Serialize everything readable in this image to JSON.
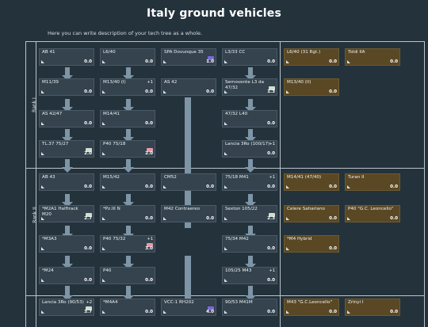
{
  "page": {
    "title": "Italy ground vehicles",
    "description": "Here you can write description of your tech tree as a whole."
  },
  "ranks": [
    {
      "label": "Rank I"
    },
    {
      "label": "Rank II"
    }
  ],
  "vehicles": [
    {
      "name": "AB 41",
      "br": "0.0"
    },
    {
      "name": "L6/40",
      "br": "0.0"
    },
    {
      "name": "SPA Dovunque 35",
      "br": "1.0"
    },
    {
      "name": "L3/33 CC",
      "br": "0.0"
    },
    {
      "name": "L6/40 (31 Rgt.)",
      "br": "0.0"
    },
    {
      "name": "Toldi IIA",
      "br": "0.0"
    },
    {
      "name": "M11/39",
      "br": "0.0"
    },
    {
      "name": "M13/40 (I)",
      "br": "0.0",
      "group": "+1"
    },
    {
      "name": "AS 42",
      "br": "0.0"
    },
    {
      "name": "Semovente L3 da 47/32",
      "br": "1.3"
    },
    {
      "name": "M13/40 (II)",
      "br": "0.0"
    },
    {
      "name": "AS 42/47",
      "br": "0.0"
    },
    {
      "name": "M14/41",
      "br": "0.0"
    },
    {
      "name": "47/32 L40",
      "br": "0.0"
    },
    {
      "name": "TL.37 75/27",
      "br": "2.0"
    },
    {
      "name": "P40 75/18",
      "br": "2.0"
    },
    {
      "name": "Lancia 3Ro (100/17)",
      "br": "0.0",
      "group": "+1"
    },
    {
      "name": "AB 43",
      "br": "0.0"
    },
    {
      "name": "M15/42",
      "br": "0.0"
    },
    {
      "name": "CM52",
      "br": "0.0"
    },
    {
      "name": "75/18 M41",
      "br": "0.0",
      "group": "+1"
    },
    {
      "name": "M14/41 (47/40)",
      "br": "0.0"
    },
    {
      "name": "Turan II",
      "br": "0.0"
    },
    {
      "name": "*M2A1 Halftrack M20",
      "br": "2.7"
    },
    {
      "name": "*Pz.III N",
      "br": "0.0"
    },
    {
      "name": "M42 Contraereo",
      "br": "0.0"
    },
    {
      "name": "Sexton 105/22",
      "br": "2.3"
    },
    {
      "name": "Celere Sahariano",
      "br": "0.0"
    },
    {
      "name": "P40 \"G.C. Leoncello\"",
      "br": "0.0"
    },
    {
      "name": "*M3A3",
      "br": "0.0"
    },
    {
      "name": "P40 75/32",
      "br": "3.0",
      "group": "+1"
    },
    {
      "name": "75/34 M42",
      "br": "0.0"
    },
    {
      "name": "*M4 Hybrid",
      "br": "0.0"
    },
    {
      "name": "*M24",
      "br": "0.0"
    },
    {
      "name": "P40",
      "br": "0.0"
    },
    {
      "name": "105/25 M43",
      "br": "0.0",
      "group": "+1"
    },
    {
      "name": "Lancia 3Ro (90/53)",
      "br": "3.7",
      "group": "+2"
    },
    {
      "name": "*M4A4",
      "br": "0.0"
    },
    {
      "name": "VCC-1 RH202",
      "br": "4.0"
    },
    {
      "name": "90/53 M41M",
      "br": "0.0"
    },
    {
      "name": "M43 \"G.C.Leoncello\"",
      "br": "0.0"
    },
    {
      "name": "Zrinyi I",
      "br": "0.0"
    }
  ]
}
